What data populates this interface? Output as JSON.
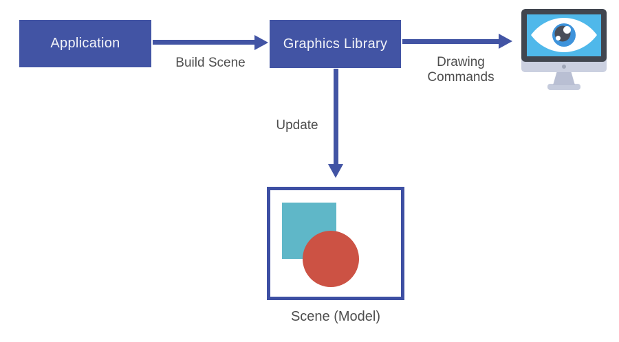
{
  "diagram": {
    "title": "Graphics library pipeline diagram",
    "nodes": {
      "application": {
        "label": "Application"
      },
      "graphics_library": {
        "label": "Graphics Library"
      },
      "scene_model": {
        "label": "Scene (Model)"
      }
    },
    "edges": {
      "build_scene": {
        "label": "Build Scene",
        "from": "application",
        "to": "graphics_library",
        "direction": "right"
      },
      "drawing_commands": {
        "label": "Drawing Commands",
        "from": "graphics_library",
        "to": "display_monitor",
        "direction": "right"
      },
      "update": {
        "label": "Update",
        "from": "graphics_library",
        "to": "scene_model",
        "direction": "down"
      }
    },
    "icons": {
      "monitor_eye": "monitor-with-eye-icon"
    },
    "scene_contents": {
      "shapes": [
        "teal-square",
        "red-circle"
      ]
    },
    "colors": {
      "background": "#ffffff",
      "box_fill": "#4254A4",
      "box_text": "#f2f3f8",
      "arrow": "#4254A4",
      "label_text": "#4d4d4d",
      "scene_border": "#3D4FA3",
      "scene_square": "#5FB7C8",
      "scene_circle": "#CC5244",
      "monitor_bezel": "#41464F",
      "monitor_screen": "#4FB8EA",
      "monitor_chin": "#CBD0E0",
      "monitor_stand": "#B9BFD3",
      "eye_iris": "#3E93DB",
      "eye_pupil": "#4A4E59"
    }
  }
}
